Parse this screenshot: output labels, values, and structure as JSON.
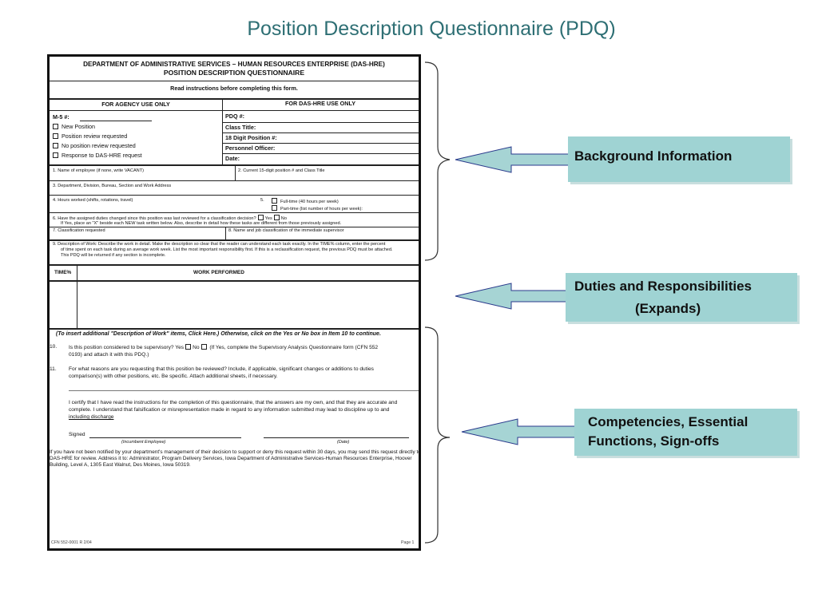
{
  "slide": {
    "title": "Position Description Questionnaire (PDQ)"
  },
  "form": {
    "dept_header": "DEPARTMENT OF ADMINISTRATIVE SERVICES – HUMAN RESOURCES ENTERPRISE (DAS-HRE)",
    "form_title": "POSITION DESCRIPTION QUESTIONNAIRE",
    "read_instructions": "Read instructions before completing this form.",
    "agency_use": "FOR AGENCY USE ONLY",
    "das_use": "FOR DAS-HRE USE ONLY",
    "m5_label": "M-5 #:",
    "agency_options": [
      "New Position",
      "Position review requested",
      "No position review requested",
      "Response to DAS-HRE request"
    ],
    "das_fields": [
      "PDQ #:",
      "Class Title:",
      "18 Digit Position #:",
      "Personnel Officer:",
      "Date:"
    ],
    "item1": "1. Name of employee (if none, write VACANT)",
    "item2": "2. Current 15-digit position # and Class Title",
    "item3": "3. Department, Division, Bureau, Section and Work Address",
    "item4": "4. Hours worked (shifts, rotations, travel)",
    "item5_num": "5.",
    "item5_opt1": "Full-time (40 hours per week)",
    "item5_opt2": "Part-time (list number of hours per week):",
    "item6_line1": "6. Have the assigned duties changed since this position was last reviewed for a classification decision?",
    "item6_yes": "Yes",
    "item6_no": "No",
    "item6_line2": "If Yes, place an \"X\" beside each NEW task written below. Also, describe in detail how these tasks are different from those previously assigned.",
    "item7": "7. Classification requested",
    "item8": "8. Name and job classification of the immediate supervisor",
    "item9_line1": "9. Description of Work: Describe the work in detail. Make the description so clear that the reader can understand each task exactly. In the TIME% column, enter the percent",
    "item9_line2": "of time spent on each task during an average work week. List the most important responsibility first. If this is a reclassification request, the previous PDQ must be attached.",
    "item9_line3": "This PDQ will be returned if any section is incomplete.",
    "time_header": "TIME%",
    "work_header": "WORK PERFORMED",
    "insert_note_before": "(To insert additional \"Description of Work\" items, ",
    "insert_link": "Click Here",
    "insert_note_after": ".)  Otherwise, click on the Yes or No box in Item 10 to continue.",
    "item10_num": "10.",
    "item10_q": "Is this position considered to be supervisory?  Yes",
    "item10_no": "No",
    "item10_rest": "(If Yes, complete the ",
    "item10_link": "Supervisory Analysis Questionnaire",
    "item10_end": " form (CFN 552",
    "item10_line2": "0193) and attach it with this PDQ.)",
    "item11_num": "11.",
    "item11_line1": "For what reasons are you requesting that this position be reviewed?  Include, if applicable, significant changes or additions to duties",
    "item11_line2": "comparison(s) with other positions, etc.  Be specific.  Attach additional sheets, if necessary.",
    "certify_line1": "I certify that I have read the instructions for the completion of this questionnaire, that the answers are my own, and that they are accurate and",
    "certify_line2_plain": "complete.  ",
    "certify_line2_underlined": "I understand that falsification or misrepresentation made in regard to any information submitted may lead to discipline up to and",
    "certify_line3": "including discharge",
    "signed_label": "Signed",
    "incumbent_caption": "(Incumbent Employee)",
    "date_caption": "(Date)",
    "footer_text": "If you have not been notified by your department's management of their decision to support or deny this request within 30 days, you may send this request directly to DAS-HRE for review.  Address it to: Administrator, Program Delivery Services, Iowa Department of Administrative Services-Human Resources Enterprise, Hoover Building, Level A, 1305 East Walnut, Des Moines, Iowa 50319.",
    "form_code": "CFN 552-0001  R 2/04",
    "page_label": "Page 1"
  },
  "callouts": {
    "background": "Background Information",
    "duties_line1": "Duties and Responsibilities",
    "duties_line2": "(Expands)",
    "competencies_line1": "Competencies, Essential",
    "competencies_line2": "Functions, Sign-offs"
  },
  "colors": {
    "title": "#2e6f74",
    "callout_fill": "#9fd3d3",
    "arrow_fill": "#a6d4d4",
    "arrow_stroke": "#2a3a8c"
  }
}
